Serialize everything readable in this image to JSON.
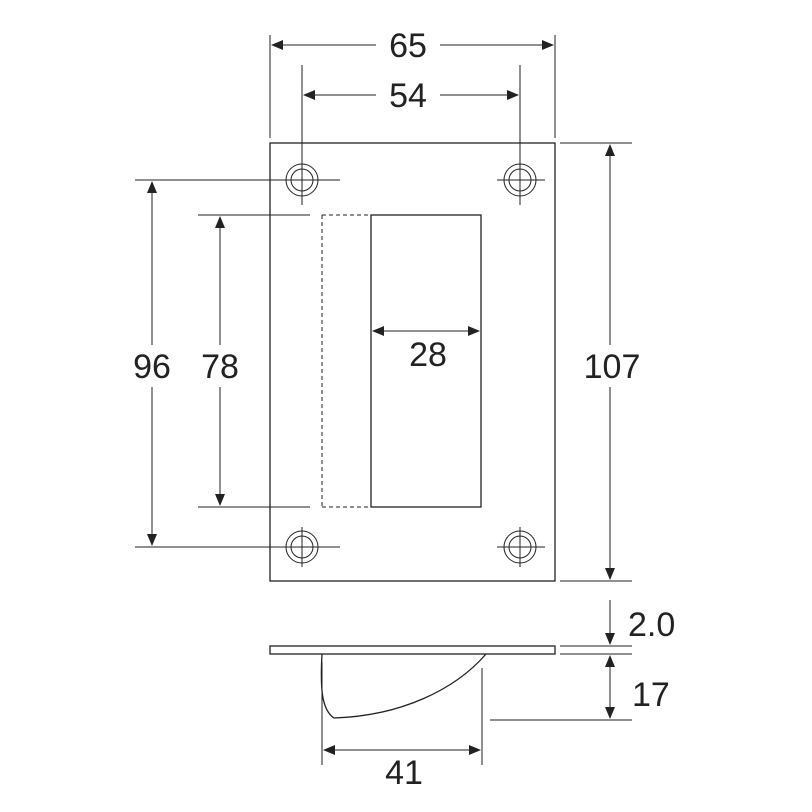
{
  "dimensions": {
    "width_outer": "65",
    "hole_spacing_horizontal": "54",
    "hole_spacing_vertical": "96",
    "recess_height": "78",
    "grip_width": "28",
    "plate_height": "107",
    "plate_thickness": "2.0",
    "recess_depth": "17",
    "recess_length": "41"
  },
  "colors": {
    "line": "#222222",
    "background": "#ffffff"
  }
}
